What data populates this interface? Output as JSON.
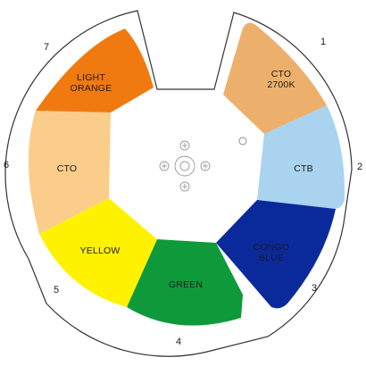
{
  "wheel": {
    "segments": [
      {
        "number": "1",
        "lines": [
          "CTO",
          "2700K"
        ],
        "color": "#EDB06C",
        "text_color": "#1a1a1a"
      },
      {
        "number": "2",
        "lines": [
          "CTB"
        ],
        "color": "#A9D3EE",
        "text_color": "#1a1a1a"
      },
      {
        "number": "3",
        "lines": [
          "CONGO",
          "BLUE"
        ],
        "color": "#0A2A9C",
        "text_color": "#ffffff"
      },
      {
        "number": "4",
        "lines": [
          "GREEN"
        ],
        "color": "#0E9A3A",
        "text_color": "#1a1a1a"
      },
      {
        "number": "5",
        "lines": [
          "YELLOW"
        ],
        "color": "#FFF200",
        "text_color": "#1a1a1a"
      },
      {
        "number": "6",
        "lines": [
          "CTO"
        ],
        "color": "#FBCD8A",
        "text_color": "#1a1a1a"
      },
      {
        "number": "7",
        "lines": [
          "LIGHT",
          "ORANGE"
        ],
        "color": "#F07A10",
        "text_color": "#1a1a1a"
      }
    ],
    "outline_color": "#333333",
    "hub_icon": "mounting-hub-icon",
    "indicator_icon": "index-dot-icon"
  }
}
